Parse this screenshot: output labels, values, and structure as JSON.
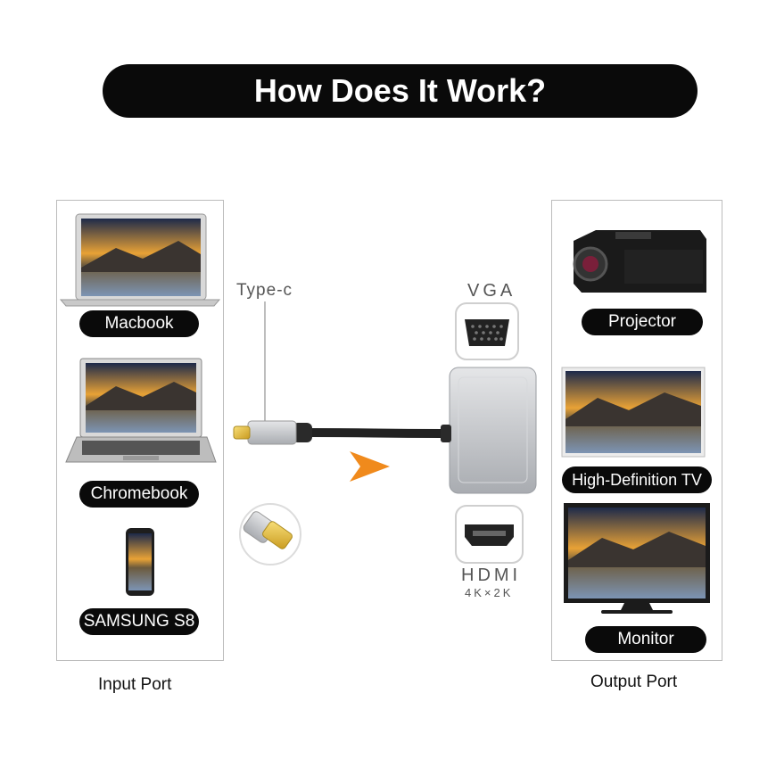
{
  "title": "How Does It Work?",
  "input": {
    "caption": "Input Port",
    "devices": [
      {
        "label": "Macbook",
        "icon": "macbook-icon"
      },
      {
        "label": "Chromebook",
        "icon": "chromebook-icon"
      },
      {
        "label": "SAMSUNG S8",
        "icon": "phone-icon"
      }
    ]
  },
  "output": {
    "caption": "Output Port",
    "devices": [
      {
        "label": "Projector",
        "icon": "projector-icon"
      },
      {
        "label": "High-Definition TV",
        "icon": "tv-icon"
      },
      {
        "label": "Monitor",
        "icon": "monitor-icon"
      }
    ]
  },
  "connector": {
    "cable_label": "Type-c",
    "vga_label": "VGA",
    "hdmi_label": "HDMI",
    "hdmi_sub": "4K×2K"
  },
  "colors": {
    "pill": "#0a0a0a",
    "arrow": "#f08a1c",
    "adapter": "#c9cbcf"
  }
}
